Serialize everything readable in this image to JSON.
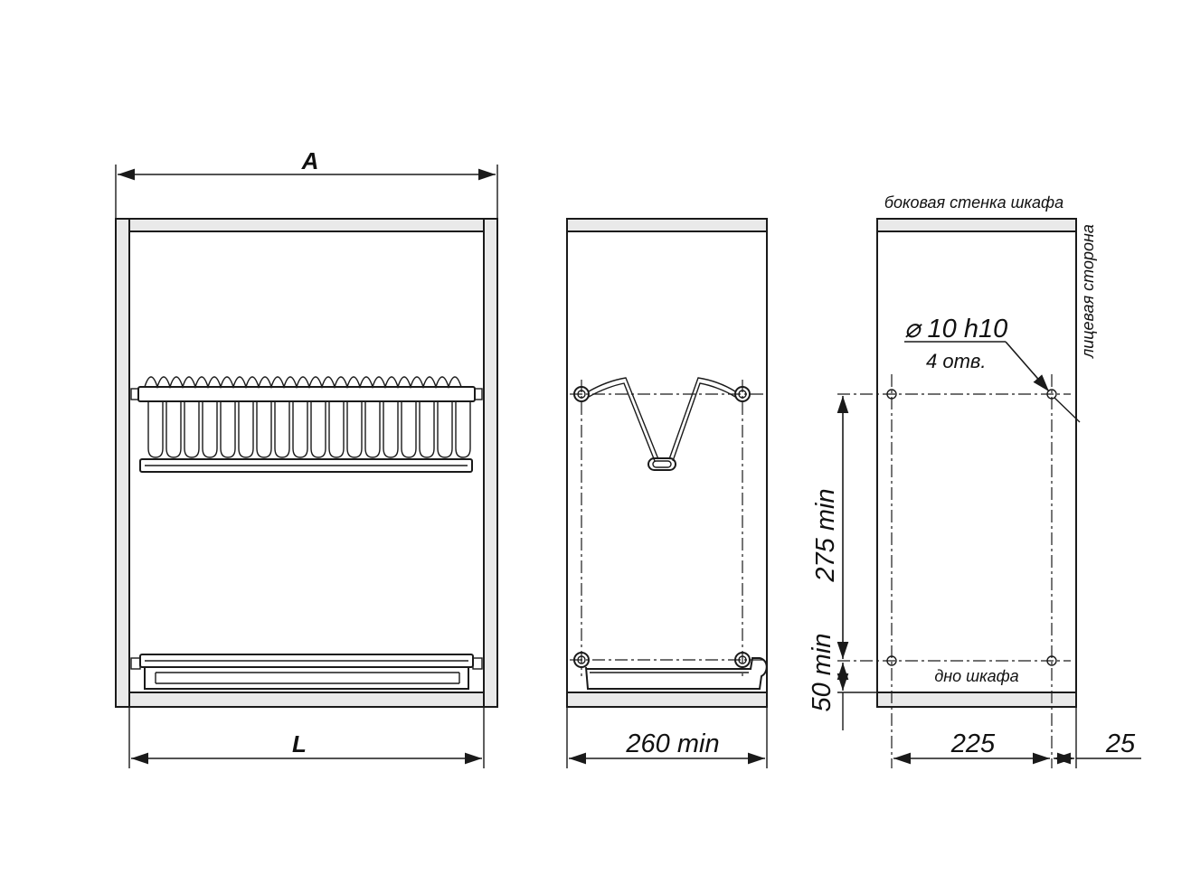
{
  "front_view": {
    "width_label": "A",
    "length_label": "L"
  },
  "side_view": {
    "depth_label": "260 min"
  },
  "mounting_view": {
    "side_wall_label": "боковая стенка шкафа",
    "front_side_label": "лицевая сторона",
    "hole_diameter_label": "⌀ 10 h10",
    "hole_count_label": "4 отв.",
    "vertical_spacing_label": "275 min",
    "bottom_offset_label": "50 min",
    "cabinet_bottom_label": "дно шкафа",
    "horizontal_spacing_label": "225",
    "front_offset_label": "25"
  }
}
